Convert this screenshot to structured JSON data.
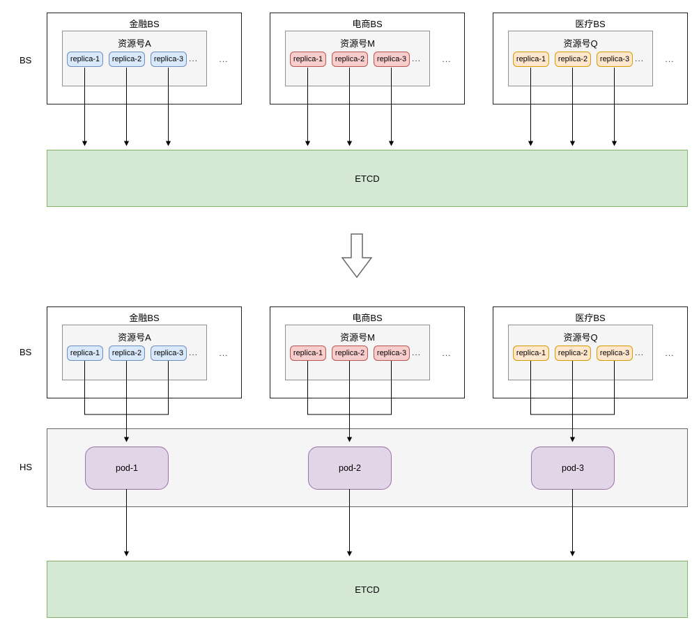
{
  "labels": {
    "bs_top": "BS",
    "bs_bottom": "BS",
    "hs": "HS"
  },
  "groups": [
    {
      "title": "金融BS",
      "resource": "资源号A",
      "replicas": [
        "replica-1",
        "replica-2",
        "replica-3"
      ],
      "ellipsis_inner": "...",
      "ellipsis_outer": "...",
      "chip_fill": "#dae8fc",
      "chip_border": "#6c8ebf"
    },
    {
      "title": "电商BS",
      "resource": "资源号M",
      "replicas": [
        "replica-1",
        "replica-2",
        "replica-3"
      ],
      "ellipsis_inner": "...",
      "ellipsis_outer": "...",
      "chip_fill": "#f8cecc",
      "chip_border": "#b85450"
    },
    {
      "title": "医疗BS",
      "resource": "资源号Q",
      "replicas": [
        "replica-1",
        "replica-2",
        "replica-3"
      ],
      "ellipsis_inner": "...",
      "ellipsis_outer": "...",
      "chip_fill": "#ffe6cc",
      "chip_border": "#d79b00"
    }
  ],
  "etcd": {
    "label": "ETCD",
    "fill": "#d5e8d4",
    "border": "#82b366"
  },
  "hs_band": {
    "fill": "#f5f5f5",
    "border": "#666666"
  },
  "pods": [
    {
      "label": "pod-1"
    },
    {
      "label": "pod-2"
    },
    {
      "label": "pod-3"
    }
  ],
  "pod_style": {
    "fill": "#e1d5e7",
    "border": "#9673a6"
  },
  "arrow_color": "#000000"
}
